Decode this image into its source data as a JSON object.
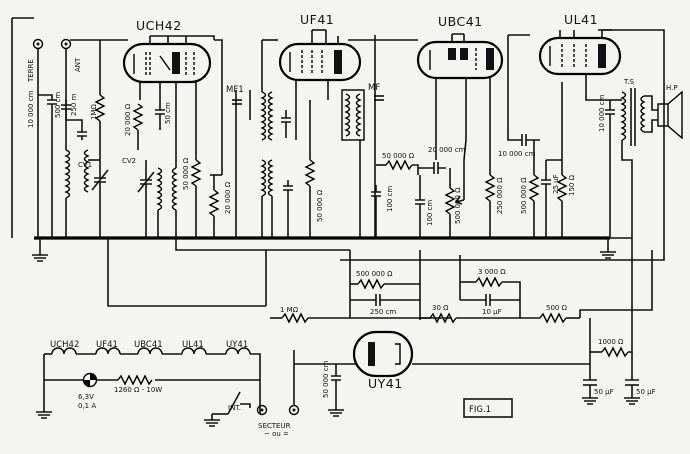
{
  "tubes": {
    "uch42": "UCH42",
    "uf41": "UF41",
    "ubc41": "UBC41",
    "ul41": "UL41",
    "uy41": "UY41"
  },
  "terminals": {
    "terre": "TERRE",
    "ant": "ANT"
  },
  "labels": {
    "c10000": "10 000 cm",
    "c500": "500 cm",
    "c250": "250 m",
    "r1m": "1MΩ",
    "cv1": "CV1",
    "r20000": "20 000 Ω",
    "c50": "50 cm",
    "cv2": "CV2",
    "r50000a": "50 000 Ω",
    "r20000b": "20 000 Ω",
    "mf1": "MF1",
    "mf": "MF",
    "r50000b": "50 000 Ω",
    "r50000c": "50 000 Ω",
    "c100": "100 cm",
    "c20000": "20 000 cm",
    "c100b": "100 cm",
    "r500000": "500 000 Ω",
    "r250000": "250 000 Ω",
    "c10000b": "10 000 cm",
    "r500000b": "500 000 Ω",
    "c25uf": "25 µF",
    "r150": "150 Ω",
    "c10000c": "10 000 cm",
    "ts": "T.S",
    "hp": "H.P",
    "r500000c": "500 000 Ω",
    "r3000": "3 000 Ω",
    "r1mb": "1 MΩ",
    "c250b": "250 cm",
    "r30": "30 Ω",
    "c10uf": "10 µF",
    "r500": "500 Ω",
    "heater_uch42": "UCH42",
    "heater_uf41": "UF41",
    "heater_ubc41": "UBC41",
    "heater_ul41": "UL41",
    "heater_uy41": "UY41",
    "lamp_v": "6,3V",
    "lamp_a": "0,1 A",
    "r1260": "1260 Ω - 10W",
    "int": "INT.",
    "secteur": "SECTEUR",
    "tilde": "~ ou =",
    "c50000": "50 000 cm",
    "r1000": "1000 Ω",
    "c50uf1": "50 µF",
    "c50uf2": "50 µF",
    "fig": "FIG.1"
  }
}
